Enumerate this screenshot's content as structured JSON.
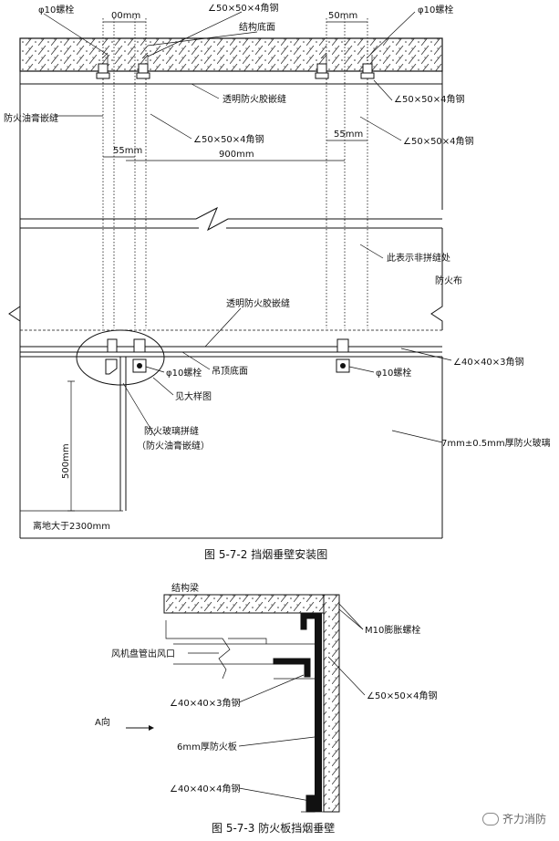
{
  "fig1": {
    "caption": "图 5-7-2   挡烟垂壁安装图",
    "labels": {
      "bolt_top_left": "φ10螺栓",
      "dim_top_left": "00mm",
      "angle_top": "∠50×50×4角钢",
      "dim_top_right": "50mm",
      "bolt_top_right": "φ10螺栓",
      "structure_bottom": "结构底面",
      "asphalt_joint": "防火油膏嵌缝",
      "transparent_joint": "透明防火胶嵌缝",
      "angle_right_1": "∠50×50×4角钢",
      "angle_left_mid": "∠50×50×4角钢",
      "angle_right_2": "∠50×50×4角钢",
      "dim_55_left": "55mm",
      "dim_55_right": "55mm",
      "dim_900": "900mm",
      "non_joint": "此表示非拼缝处",
      "fire_cloth": "防火布",
      "transparent_joint_2": "透明防火胶嵌缝",
      "bolt_bottom_left": "φ10螺栓",
      "ceiling_bottom": "吊顶底面",
      "bolt_bottom_right": "φ10螺栓",
      "angle_40": "∠40×40×3角钢",
      "detail_ref": "见大样图",
      "glass_joint": "防火玻璃拼缝",
      "glass_joint_sub": "（防火油膏嵌缝）",
      "glass": "7mm±0.5mm厚防火玻璃",
      "dim_500": "500mm",
      "height": "离地大于2300mm"
    }
  },
  "fig2": {
    "caption": "图 5-7-3   防火板挡烟垂壁",
    "labels": {
      "beam": "结构梁",
      "expansion_bolt": "M10膨胀螺栓",
      "fan_outlet": "风机盘管出风口",
      "angle_50": "∠50×50×4角钢",
      "angle_40x3": "∠40×40×3角钢",
      "view_a": "A向",
      "board": "6mm厚防火板",
      "angle_40x4": "∠40×40×4角钢"
    }
  },
  "watermark": "齐力消防"
}
